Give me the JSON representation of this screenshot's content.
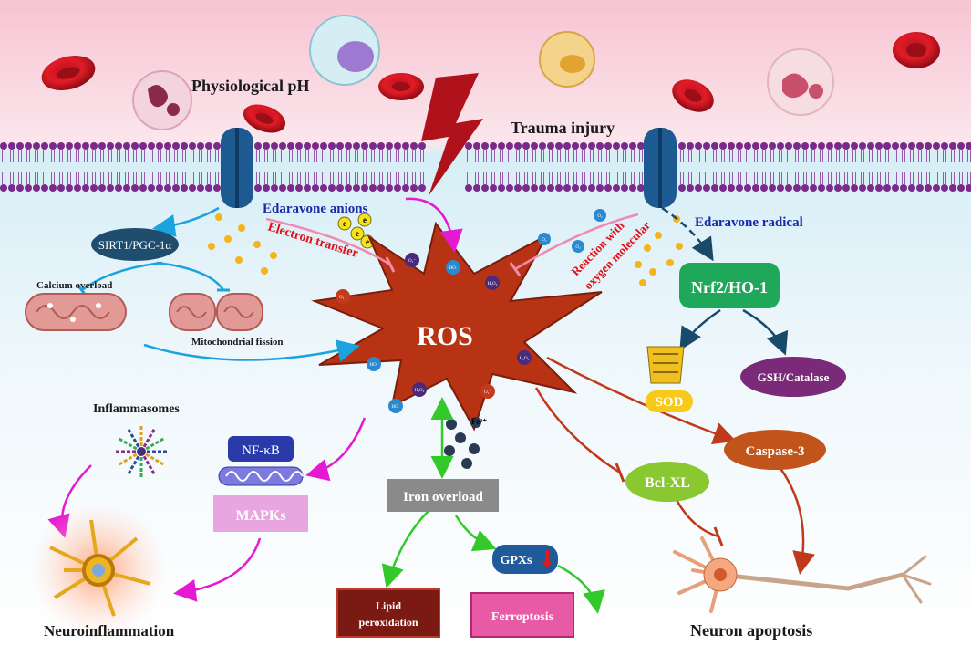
{
  "labels": {
    "physiological_ph": "Physiological pH",
    "trauma_injury": "Trauma injury",
    "edaravone_anions": "Edaravone anions",
    "electron_transfer": "Electron transfer",
    "edaravone_radical": "Edaravone radical",
    "reaction_line1": "Reaction with",
    "reaction_line2": "oxygen molecular",
    "sirt1": "SIRT1/PGC-1α",
    "calcium_overload": "Calcium   overload",
    "mitochondrial_fission": "Mitochondrial fission",
    "ros": "ROS",
    "nrf2": "Nrf2/HO-1",
    "sod": "SOD",
    "gsh": "GSH/Catalase",
    "inflammasomes": "Inflammasomes",
    "nfkb": "NF-κB",
    "mapks": "MAPKs",
    "iron_overload": "Iron overload",
    "fe": "Fe²⁺",
    "gpxs": "GPXs",
    "lipid_line1": "Lipid",
    "lipid_line2": "peroxidation",
    "ferroptosis": "Ferroptosis",
    "bclxl": "Bcl-XL",
    "caspase3": "Caspase-3",
    "neuroinflammation": "Neuroinflammation",
    "neuron_apoptosis": "Neuron apoptosis",
    "electron_e": "e",
    "o2_anion": "O₂⁻",
    "o2": "O₂",
    "ho": "HO·",
    "h2o2": "H₂O₂"
  },
  "colors": {
    "cyan_arrow": "#1aa3dc",
    "magenta_arrow": "#e619d3",
    "green_arrow": "#34c92b",
    "red_arrow": "#c0391b",
    "navy_arrow": "#1a4a6a",
    "pink_inhibit": "#f08ab0",
    "ros_fill": "#b83214",
    "nrf2_fill": "#1fa85a",
    "gsh_fill": "#7a2a78",
    "bcl_fill": "#8ac832",
    "casp_fill": "#c0541b",
    "mapk_fill": "#e8a6e0",
    "iron_fill": "#8a8a8a",
    "gpx_fill": "#1f5a9a",
    "lipid_fill": "#7a1a12",
    "ferro_fill": "#e85aa6"
  }
}
